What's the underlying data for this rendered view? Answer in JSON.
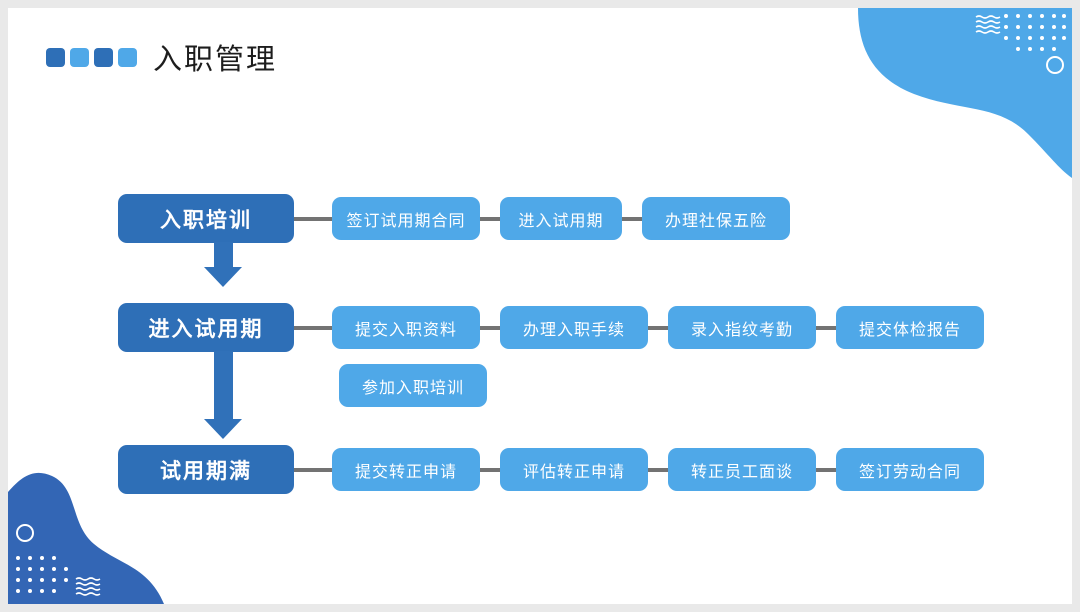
{
  "slide": {
    "background_color": "#ffffff",
    "canvas_border_color": "#e9e9e9"
  },
  "header": {
    "title": "入职管理",
    "squares": [
      {
        "name": "square-1",
        "color": "#2e6fb7"
      },
      {
        "name": "square-2",
        "color": "#4fa8e8"
      },
      {
        "name": "square-3",
        "color": "#2e6fb7"
      },
      {
        "name": "square-4",
        "color": "#4fa8e8"
      }
    ]
  },
  "theme": {
    "dark_blue": "#2e6fb7",
    "light_blue": "#4fa8e8",
    "connector_gray": "#737373",
    "arrow_blue": "#3071b9",
    "deco_top_right": "#4fa8e8",
    "deco_bottom_left": "#3366b5"
  },
  "flow": {
    "rows": [
      {
        "stage": "入职培训",
        "steps": [
          "签订试用期合同",
          "进入试用期",
          "办理社保五险"
        ]
      },
      {
        "stage": "进入试用期",
        "steps": [
          "提交入职资料",
          "办理入职手续",
          "录入指纹考勤",
          "提交体检报告"
        ],
        "extra_steps": [
          "参加入职培训"
        ]
      },
      {
        "stage": "试用期满",
        "steps": [
          "提交转正申请",
          "评估转正申请",
          "转正员工面谈",
          "签订劳动合同"
        ]
      }
    ],
    "arrows": [
      "down-arrow-1",
      "down-arrow-2"
    ]
  },
  "decorations": {
    "top_right": {
      "blob": "blue-blob-top-right",
      "dot_grid": "dot-grid-icon",
      "waves": "wavy-lines-icon",
      "ring": "circle-outline-icon"
    },
    "bottom_left": {
      "blob": "blue-blob-bottom-left",
      "dot_grid": "dot-grid-icon",
      "waves": "wavy-lines-icon",
      "ring": "circle-outline-icon"
    }
  }
}
